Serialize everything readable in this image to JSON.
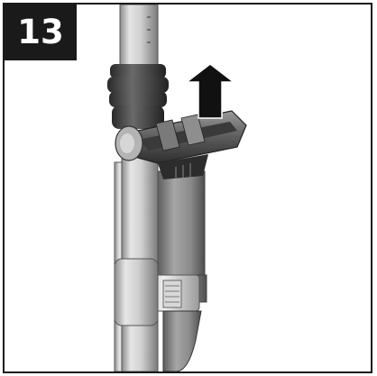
{
  "step": {
    "number": "13"
  },
  "illustration": {
    "subject": "vacuum-handle-lift-up",
    "arrow_direction": "up"
  },
  "colors": {
    "frame": "#1a1a1a",
    "badge_bg": "#1a1a1a",
    "badge_text": "#ffffff",
    "tube_light": "#e0e0e0",
    "tube_mid": "#a8a8a8",
    "tube_dark": "#5a5a5a",
    "rubber": "#3a3a3a",
    "arrow": "#111111"
  }
}
